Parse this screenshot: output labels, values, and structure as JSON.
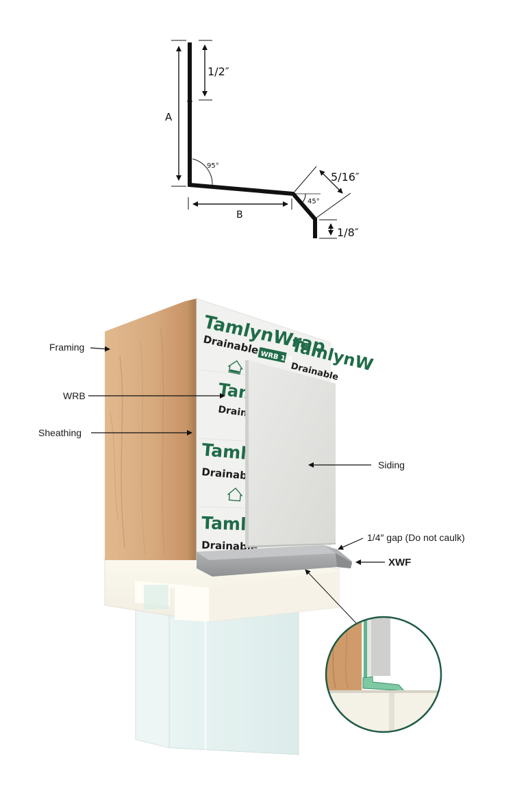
{
  "profile": {
    "dim_top_lip": "1/2″",
    "dim_height": "A",
    "dim_angle_corner": "95°",
    "dim_depth": "B",
    "dim_slope": "5/16″",
    "dim_angle_slope": "45°",
    "dim_drip": "1/8″"
  },
  "brand": {
    "name": "TamlynWrap",
    "sub": "Drainable",
    "badge": "WRB 1.5",
    "fragment_1": "Taml",
    "fragment_2": "Drainal",
    "fragment_3": "TamlynW",
    "fragment_4": "Drainable"
  },
  "callouts": {
    "framing": "Framing",
    "wrb": "WRB",
    "sheathing": "Sheathing",
    "siding": "Siding",
    "gap": "1/4″ gap (Do not caulk)",
    "xwf": "XWF"
  },
  "colors": {
    "brand_green": "#1f6b48",
    "wood": "#d6a77a",
    "siding": "#e4e4e2",
    "flashing": "#a9abad",
    "detail_ring": "#1f5a45"
  }
}
